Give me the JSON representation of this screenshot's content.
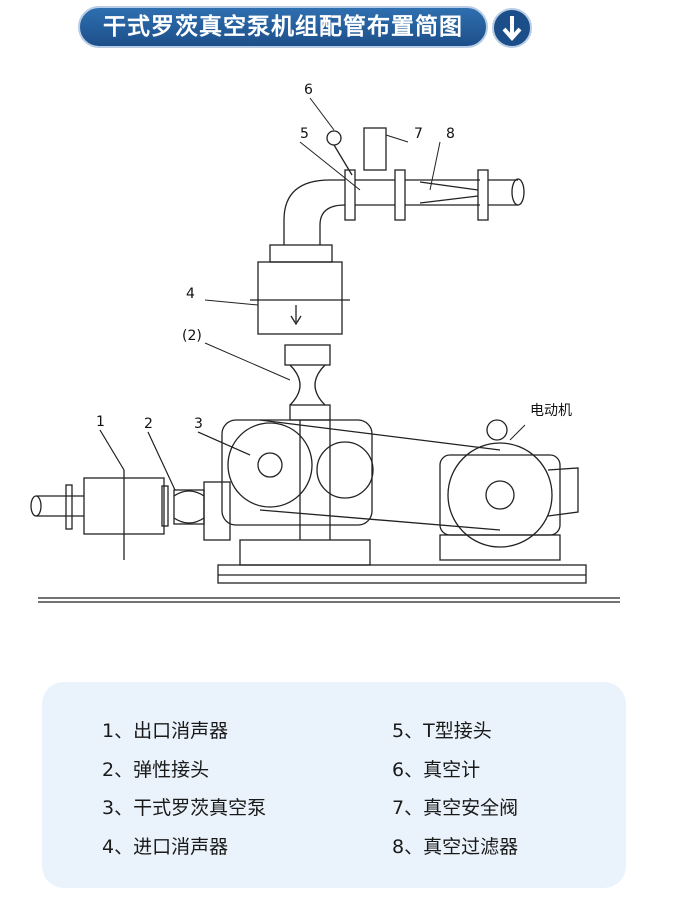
{
  "title": "干式罗茨真空泵机组配管布置简图",
  "icons": {
    "badge": "arrow-down-icon"
  },
  "diagram": {
    "callouts": [
      "1",
      "2",
      "3",
      "4",
      "(2)",
      "5",
      "6",
      "7",
      "8"
    ],
    "motor_label": "电动机"
  },
  "legend": {
    "items": [
      "1、出口消声器",
      "2、弹性接头",
      "3、干式罗茨真空泵",
      "4、进口消声器",
      "5、T型接头",
      "6、真空计",
      "7、真空安全阀",
      "8、真空过滤器"
    ]
  },
  "colors": {
    "title_bg": "#1c4f8a",
    "legend_bg": "#eaf3fb",
    "line": "#222222"
  }
}
